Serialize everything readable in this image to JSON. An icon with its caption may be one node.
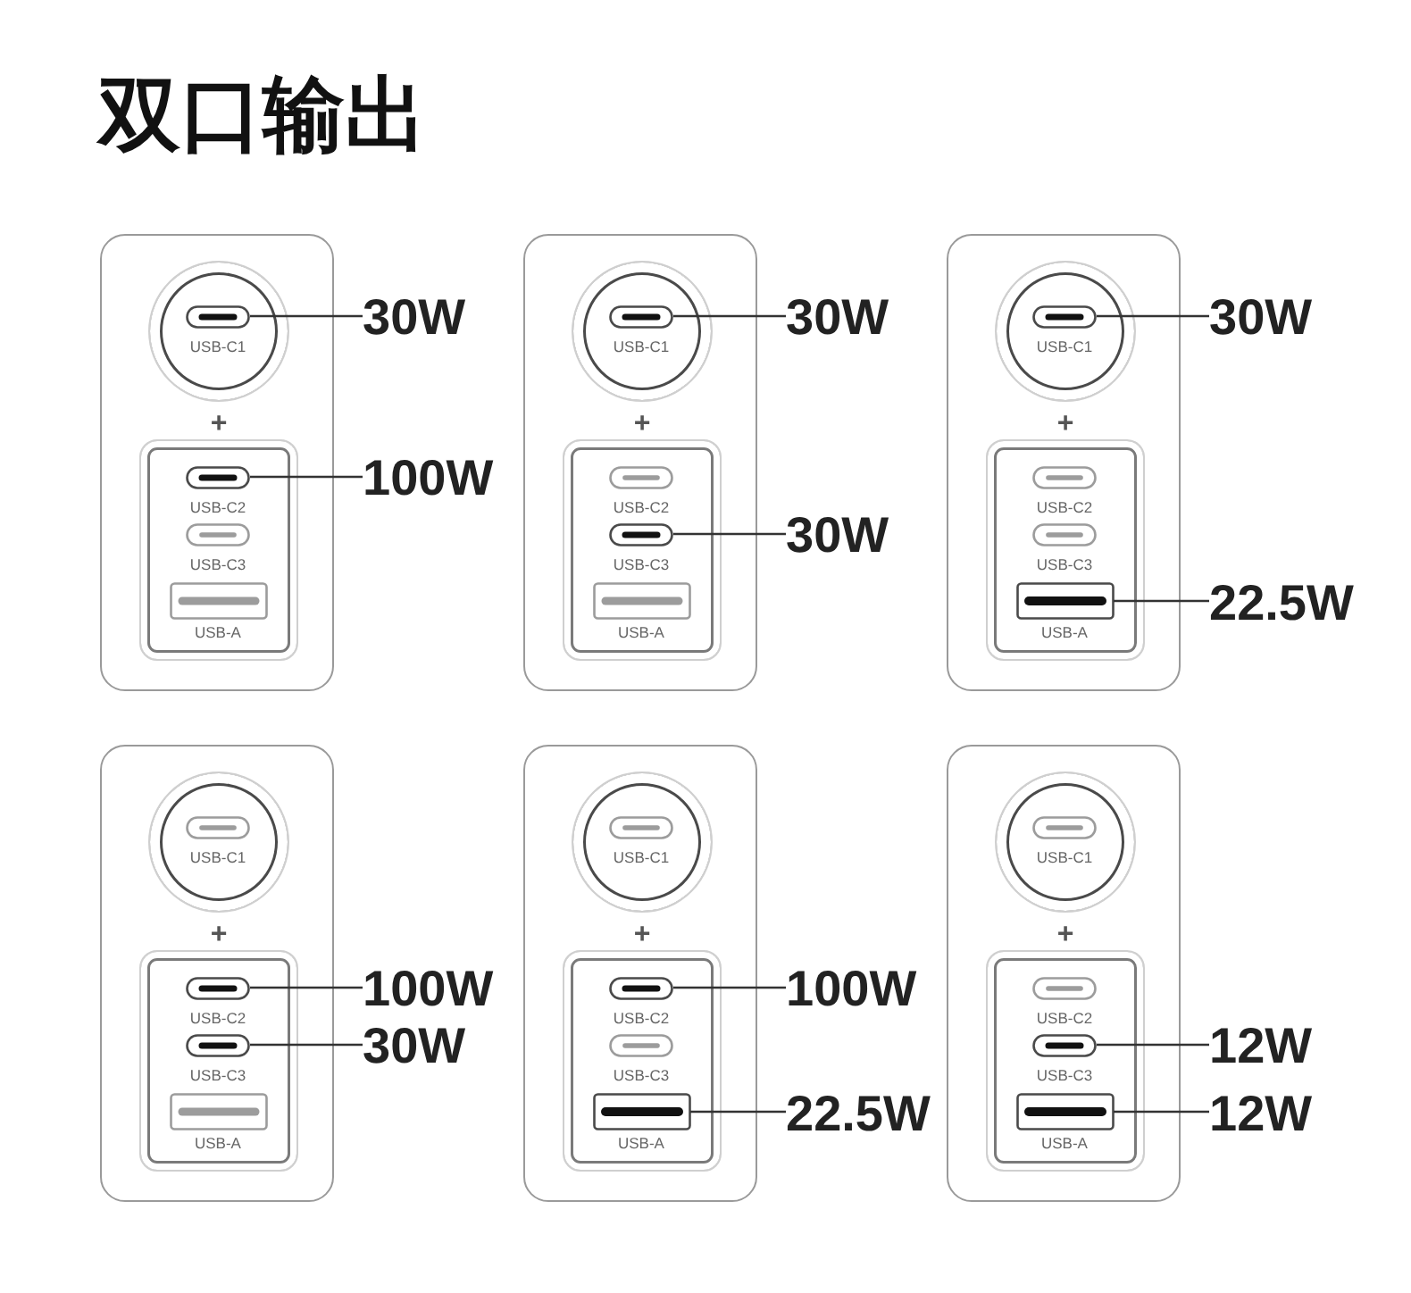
{
  "diagram": {
    "title": "双口输出",
    "nodes": [
      {
        "text": [],
        "shape": "box"
      },
      {
        "text": [],
        "shape": "circle",
        "in": 0
      },
      {
        "text": [
          "USB-C1"
        ],
        "in": 1
      },
      {
        "text": [],
        "shape": "box",
        "in": 0
      },
      {
        "text": [
          "USB-C2"
        ],
        "in": 3
      },
      {
        "text": [
          "USB-C3"
        ],
        "in": 3
      },
      {
        "text": [
          "USB-A"
        ],
        "in": 3
      },
      {
        "text": [
          "30W"
        ]
      },
      {
        "text": [
          "100W"
        ]
      },
      {
        "text": [],
        "shape": "box"
      },
      {
        "text": [],
        "shape": "circle",
        "in": 9
      },
      {
        "text": [
          "USB-C1"
        ],
        "in": 10
      },
      {
        "text": [],
        "shape": "box",
        "in": 9
      },
      {
        "text": [
          "USB-C2"
        ],
        "in": 12
      },
      {
        "text": [
          "USB-C3"
        ],
        "in": 12
      },
      {
        "text": [
          "USB-A"
        ],
        "in": 12
      },
      {
        "text": [
          "30W"
        ]
      },
      {
        "text": [
          "30W"
        ]
      },
      {
        "text": [],
        "shape": "box"
      },
      {
        "text": [],
        "shape": "circle",
        "in": 18
      },
      {
        "text": [
          "USB-C1"
        ],
        "in": 19
      },
      {
        "text": [],
        "shape": "box",
        "in": 18
      },
      {
        "text": [
          "USB-C2"
        ],
        "in": 21
      },
      {
        "text": [
          "USB-C3"
        ],
        "in": 21
      },
      {
        "text": [
          "USB-A"
        ],
        "in": 21
      },
      {
        "text": [
          "30W"
        ]
      },
      {
        "text": [
          "22.5W"
        ]
      },
      {
        "text": [],
        "shape": "box"
      },
      {
        "text": [],
        "shape": "circle",
        "in": 27
      },
      {
        "text": [
          "USB-C1"
        ],
        "in": 28
      },
      {
        "text": [],
        "shape": "box",
        "in": 27
      },
      {
        "text": [
          "USB-C2"
        ],
        "in": 30
      },
      {
        "text": [
          "USB-C3"
        ],
        "in": 30
      },
      {
        "text": [
          "USB-A"
        ],
        "in": 30
      },
      {
        "text": [
          "100W"
        ]
      },
      {
        "text": [
          "30W"
        ]
      },
      {
        "text": [],
        "shape": "box"
      },
      {
        "text": [],
        "shape": "circle",
        "in": 36
      },
      {
        "text": [
          "USB-C1"
        ],
        "in": 37
      },
      {
        "text": [],
        "shape": "box",
        "in": 36
      },
      {
        "text": [
          "USB-C2"
        ],
        "in": 39
      },
      {
        "text": [
          "USB-C3"
        ],
        "in": 39
      },
      {
        "text": [
          "USB-A"
        ],
        "in": 39
      },
      {
        "text": [
          "100W"
        ]
      },
      {
        "text": [
          "22.5W"
        ]
      },
      {
        "text": [],
        "shape": "box"
      },
      {
        "text": [],
        "shape": "circle",
        "in": 45
      },
      {
        "text": [
          "USB-C1"
        ],
        "in": 46
      },
      {
        "text": [],
        "shape": "box",
        "in": 45
      },
      {
        "text": [
          "USB-C2"
        ],
        "in": 48
      },
      {
        "text": [
          "USB-C3"
        ],
        "in": 48
      },
      {
        "text": [
          "USB-A"
        ],
        "in": 48
      },
      {
        "text": [
          "12W"
        ]
      },
      {
        "text": [
          "12W"
        ]
      }
    ],
    "edges": [
      {
        "from": 2,
        "to": 7,
        "arrow": "none"
      },
      {
        "from": 4,
        "to": 8,
        "arrow": "none"
      },
      {
        "from": 11,
        "to": 16,
        "arrow": "none"
      },
      {
        "from": 14,
        "to": 17,
        "arrow": "none"
      },
      {
        "from": 20,
        "to": 25,
        "arrow": "none"
      },
      {
        "from": 24,
        "to": 26,
        "arrow": "none"
      },
      {
        "from": 31,
        "to": 34,
        "arrow": "none"
      },
      {
        "from": 32,
        "to": 35,
        "arrow": "none"
      },
      {
        "from": 40,
        "to": 43,
        "arrow": "none"
      },
      {
        "from": 42,
        "to": 44,
        "arrow": "none"
      },
      {
        "from": 50,
        "to": 52,
        "arrow": "none"
      },
      {
        "from": 51,
        "to": 53,
        "arrow": "none"
      }
    ],
    "labels": [
      "+",
      "+",
      "+",
      "+",
      "+",
      "+"
    ]
  }
}
